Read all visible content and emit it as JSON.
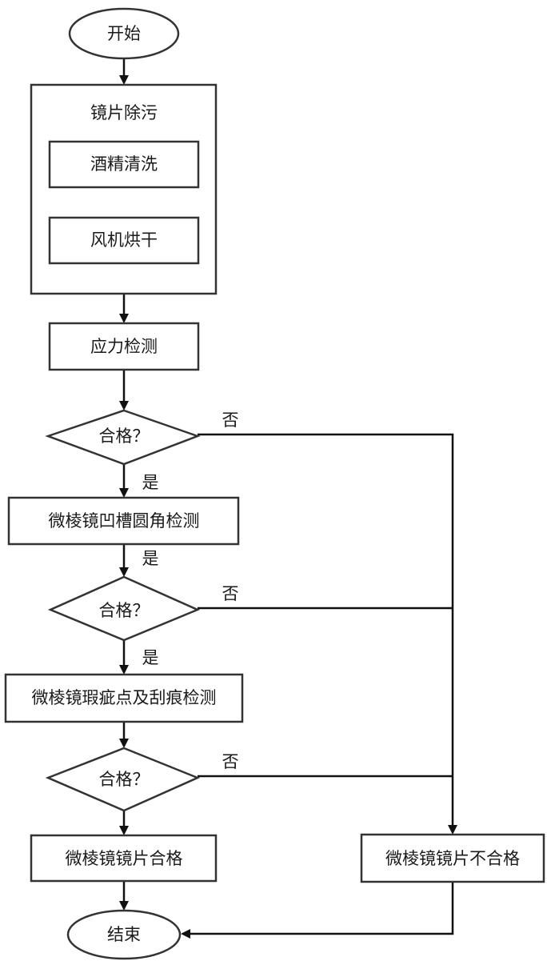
{
  "nodes": {
    "start": "开始",
    "cleaning_group": "镜片除污",
    "alcohol_wash": "酒精清洗",
    "fan_dry": "风机烘干",
    "stress_test": "应力检测",
    "check1": "合格？",
    "groove_test": "微棱镜凹槽圆角检测",
    "check2": "合格？",
    "defect_test": "微棱镜瑕疵点及刮痕检测",
    "check3": "合格？",
    "pass": "微棱镜镜片合格",
    "fail": "微棱镜镜片不合格",
    "end": "结束"
  },
  "labels": {
    "yes_1": "是",
    "yes_2": "是",
    "yes_3": "是",
    "no_1": "否",
    "no_2": "否",
    "no_3": "否"
  }
}
